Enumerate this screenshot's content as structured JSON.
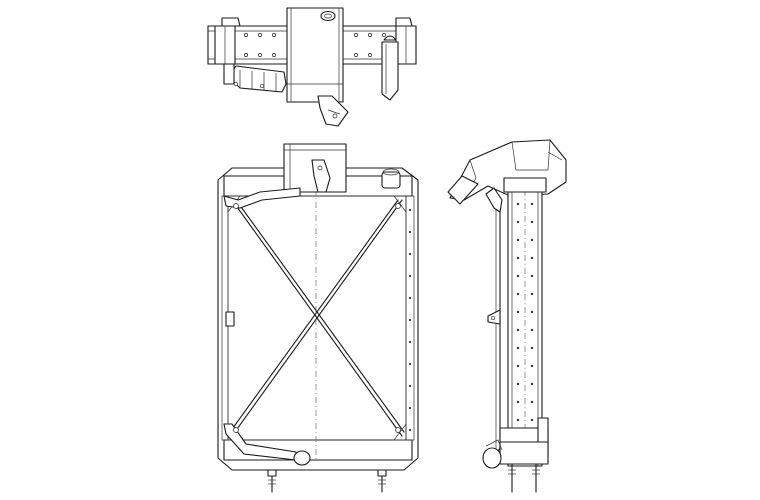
{
  "drawing": {
    "views": [
      {
        "name": "top-view"
      },
      {
        "name": "front-view"
      },
      {
        "name": "side-view"
      }
    ],
    "colors": {
      "background": "#ffffff",
      "line": "#1a1a1a"
    }
  }
}
